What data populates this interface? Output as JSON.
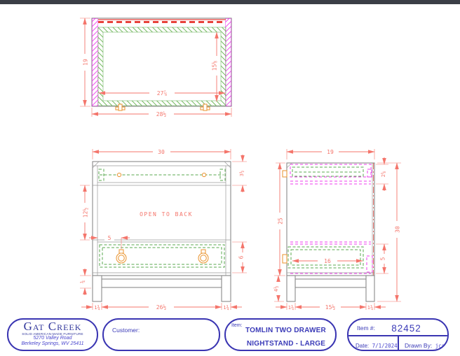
{
  "window": {
    "top_bar_color": "#3b3e46"
  },
  "colors": {
    "dimension_red": "#f4756b",
    "outline_gray": "#8a8a8a",
    "magenta_hatch": "#ee3cee",
    "green_hatch": "#5aa84f",
    "hardware_orange": "#eb9c3f",
    "title_border_blue": "#3a35b2",
    "logo_navy": "#31379b",
    "address_purple": "#4844cc"
  },
  "drawing": {
    "top_view": {
      "height": "19",
      "inner_width": "27⅞",
      "overall_width": "28½",
      "inner_depth": "15⅛"
    },
    "front_view": {
      "width": "30",
      "top_drawer_height": "3½",
      "open_height": "12½",
      "pull_offset": "5",
      "note": "OPEN TO BACK",
      "bottom_drawer_height": "6",
      "base_reveal": "¾",
      "left_leg": "1¾",
      "between_legs": "26½",
      "right_leg": "1¾"
    },
    "side_view": {
      "depth": "19",
      "top_drawer_depth": "2⅝",
      "case_height": "25",
      "overall_height": "30",
      "drawer_depth": "16",
      "bottom_drawer_height": "5",
      "base_height": "4½",
      "left_leg": "1¾",
      "between_legs": "15½",
      "right_leg": "1¾"
    }
  },
  "title_block": {
    "logo": {
      "name": "Gat Creek",
      "tagline": "SOLID AMERICAN-MADE FURNITURE",
      "address_line1": "5270 Valley Road",
      "address_line2": "Berkeley Springs, WV  25411"
    },
    "customer_label": "Customer:",
    "item_label": "Item:",
    "item_name_line1": "TOMLIN TWO DRAWER",
    "item_name_line2": "NIGHTSTAND - LARGE",
    "item_number_label": "Item #:",
    "item_number": "82452",
    "date_label": "Date:",
    "date_value": "7/1/2024",
    "drawn_by_label": "Drawn By:",
    "drawn_by_value": "jcs"
  }
}
